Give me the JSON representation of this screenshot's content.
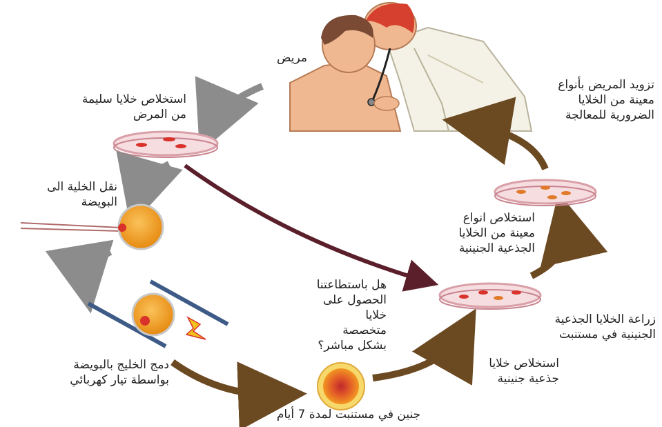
{
  "labels": {
    "patient": "مريض",
    "extract_healthy_cells": "استخلاص خلايا سليمة\nمن المرض",
    "transfer_cell_to_egg": "نقل الخلية الى\nالبويضة",
    "fuse_cell_with_egg": "دمج الخليج بالبويضة\nبواسطة تيار كهربائي",
    "embryo_7_days": "جنين في مستنبت لمدة 7 أيام",
    "extract_embryonic_stem_cells": "استخلاص خلايا\nجذعية جنينية",
    "culture_stem_cells": "زراعة الخلايا الجذعية\nالجنينية في مستنبت",
    "extract_specific_types": "استخلاص انواع\nمعينة من الخلايا\nالجذعية الجنينية",
    "supply_patient": "تزويد المريض بأنواع\nمعينة من الخلايا\nالضرورية للمعالجة",
    "question": "هل باستطاعتنا\nالحصول على\nخلايا\nمتخصصة\nبشكل مباشر؟"
  },
  "colors": {
    "dish_rim": "#d9a0a8",
    "dish_fill": "#f6dde0",
    "cell_red": "#d8322a",
    "egg_orange": "#f29a1e",
    "arrow_gray": "#8c8c8c",
    "arrow_brown": "#6b4a22",
    "big_arrow": "#5a1f2a",
    "rod_blue": "#3d5b86",
    "skin": "#f0b890",
    "hair_red": "#d6402e"
  }
}
